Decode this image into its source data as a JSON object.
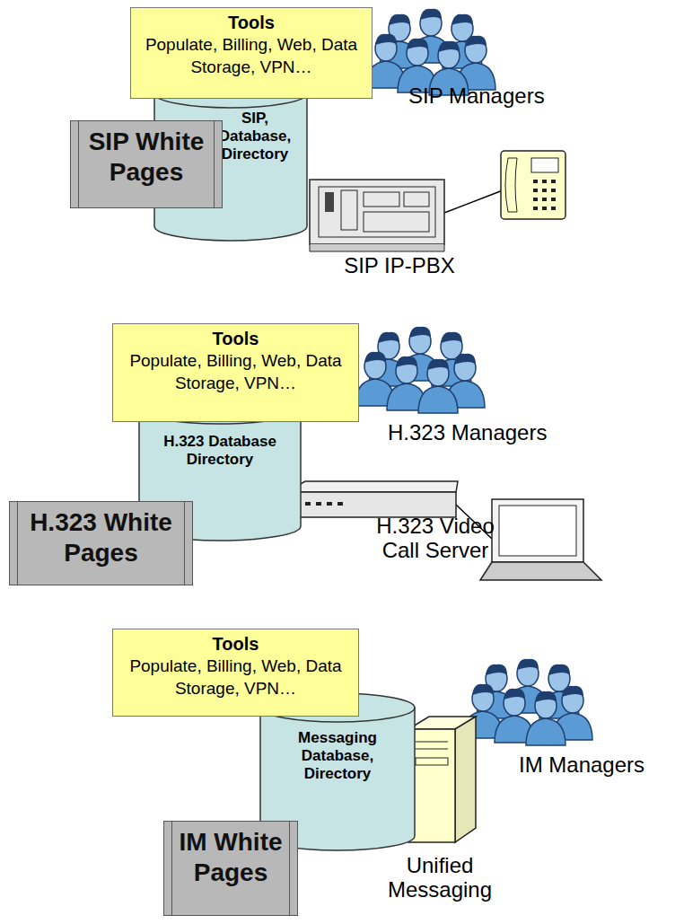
{
  "diagram": {
    "nodes": [
      {
        "text": [
          "Tools",
          "Populate, Billing, Web, Data Storage, VPN…"
        ]
      },
      {
        "text": [
          "SIP, Database, Directory"
        ]
      },
      {
        "text": [
          "SIP White Pages"
        ]
      },
      {
        "text": [
          "Tools",
          "Populate, Billing, Web, Data Storage, VPN…"
        ]
      },
      {
        "text": [
          "H.323 Database Directory"
        ]
      },
      {
        "text": [
          "H.323 White Pages"
        ]
      },
      {
        "text": [
          "Tools",
          "Populate, Billing, Web, Data Storage, VPN…"
        ]
      },
      {
        "text": [
          "Messaging Database, Directory"
        ]
      },
      {
        "text": [
          "IM White Pages"
        ]
      }
    ],
    "labels": [
      "SIP Managers",
      "SIP IP-PBX",
      "H.323 Managers",
      "H.323 Video Call Server",
      "IM Managers",
      "Unified Messaging"
    ]
  }
}
